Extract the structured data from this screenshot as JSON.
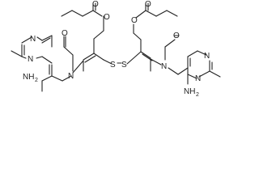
{
  "structure": {
    "atoms": {
      "oxygen": "O",
      "nitrogen": "N",
      "sulfur": "S",
      "amine": "NH",
      "subscript_two": "2"
    }
  }
}
